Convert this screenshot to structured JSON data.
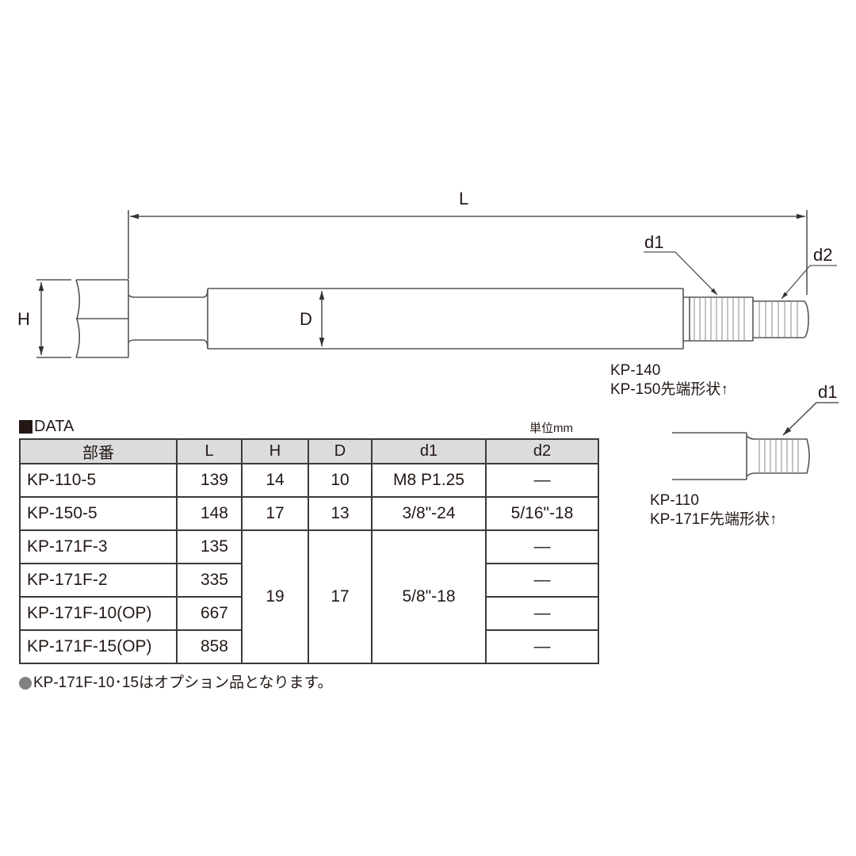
{
  "drawing": {
    "dimension_labels": {
      "L": "L",
      "H": "H",
      "D": "D",
      "d1": "d1",
      "d2": "d2",
      "d1_alt": "d1"
    },
    "callouts": {
      "kp140_150": {
        "line1": "KP-140",
        "line2": "KP-150先端形状↑"
      },
      "kp110_171f": {
        "line1": "KP-110",
        "line2": "KP-171F先端形状↑"
      }
    },
    "line_color": "#555555"
  },
  "data_section": {
    "title": "DATA",
    "unit": "単位mm",
    "table": {
      "headers": [
        "部番",
        "L",
        "H",
        "D",
        "d1",
        "d2"
      ],
      "rows": [
        {
          "part": "KP-110-5",
          "L": "139",
          "H": "14",
          "D": "10",
          "d1": "M8 P1.25",
          "d2": "—"
        },
        {
          "part": "KP-150-5",
          "L": "148",
          "H": "17",
          "D": "13",
          "d1": "3/8\"-24",
          "d2": "5/16\"-18"
        },
        {
          "part": "KP-171F-3",
          "L": "135",
          "H": "19",
          "D": "17",
          "d1": "5/8\"-18",
          "d2": "—"
        },
        {
          "part": "KP-171F-2",
          "L": "335",
          "d2": "—"
        },
        {
          "part": "KP-171F-10(OP)",
          "L": "667",
          "d2": "—"
        },
        {
          "part": "KP-171F-15(OP)",
          "L": "858",
          "d2": "—"
        }
      ],
      "header_bg": "#dcdcdc"
    },
    "note": "KP-171F-10･15はオプション品となります。"
  }
}
